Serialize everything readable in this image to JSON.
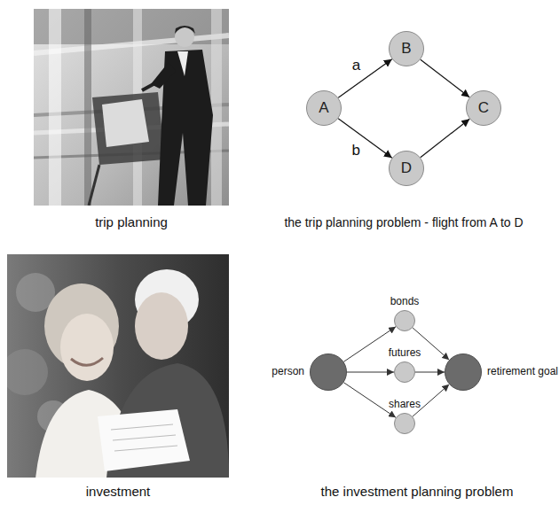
{
  "diagram": {
    "nodes": [
      {
        "text": [
          "A"
        ]
      },
      {
        "text": [
          "B"
        ]
      },
      {
        "text": [
          "C"
        ]
      },
      {
        "text": [
          "D"
        ]
      },
      {
        "text": [
          "person"
        ]
      },
      {
        "text": [
          "bonds"
        ]
      },
      {
        "text": [
          "futures"
        ]
      },
      {
        "text": [
          "shares"
        ]
      },
      {
        "text": [
          "retirement goal"
        ]
      }
    ],
    "edges": [
      {
        "from": 0,
        "to": 1,
        "label": "a",
        "arrow": "to"
      },
      {
        "from": 0,
        "to": 3,
        "label": "b",
        "arrow": "to"
      },
      {
        "from": 1,
        "to": 2,
        "arrow": "to"
      },
      {
        "from": 3,
        "to": 2,
        "arrow": "to"
      },
      {
        "from": 4,
        "to": 5,
        "arrow": "to"
      },
      {
        "from": 4,
        "to": 6,
        "arrow": "to"
      },
      {
        "from": 4,
        "to": 7,
        "arrow": "to"
      },
      {
        "from": 5,
        "to": 8,
        "arrow": "to"
      },
      {
        "from": 6,
        "to": 8,
        "arrow": "to"
      },
      {
        "from": 7,
        "to": 8,
        "arrow": "to"
      }
    ],
    "labels": [
      "trip planning",
      "the trip planning problem - flight from A to D",
      "investment",
      "the investment planning problem"
    ]
  }
}
